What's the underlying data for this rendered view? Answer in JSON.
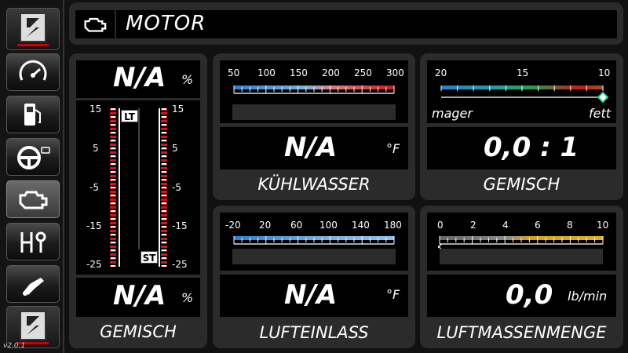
{
  "app": {
    "version": "v2.0.1",
    "logo_name": "brand-logo"
  },
  "sidebar": {
    "items": [
      {
        "name": "dashboard-gauge-icon"
      },
      {
        "name": "fuel-pump-icon"
      },
      {
        "name": "steering-wheel-icon"
      },
      {
        "name": "engine-icon"
      },
      {
        "name": "gear-shift-icon"
      },
      {
        "name": "fuel-nozzle-icon"
      }
    ],
    "active": "engine-icon"
  },
  "header": {
    "title": "MOTOR",
    "icon": "engine-icon"
  },
  "mixture_trim": {
    "top_value": "N/A",
    "top_unit": "%",
    "bottom_value": "N/A",
    "bottom_unit": "%",
    "caption": "GEMISCH",
    "lt_label": "LT",
    "st_label": "ST",
    "scale": [
      "15",
      "5",
      "-5",
      "-15",
      "-25"
    ]
  },
  "coolant": {
    "scale": [
      "50",
      "100",
      "150",
      "200",
      "250",
      "300"
    ],
    "value": "N/A",
    "unit": "°F",
    "caption": "KÜHLWASSER"
  },
  "air_intake": {
    "scale": [
      "-20",
      "20",
      "60",
      "100",
      "140",
      "180"
    ],
    "value": "N/A",
    "unit": "°F",
    "caption": "LUFTEINLASS"
  },
  "afr": {
    "scale": [
      "20",
      "15",
      "10"
    ],
    "lean_label": "mager",
    "rich_label": "fett",
    "value": "0,0 : 1",
    "caption": "GEMISCH"
  },
  "mass_airflow": {
    "scale": [
      "0",
      "2",
      "4",
      "6",
      "8",
      "10"
    ],
    "value": "0,0",
    "unit": "lb/min",
    "caption": "LUFTMASSENMENGE"
  },
  "colors": {
    "blue": "#2a7fd4",
    "red": "#d01818",
    "green": "#20a050",
    "amber": "#d4a020"
  }
}
